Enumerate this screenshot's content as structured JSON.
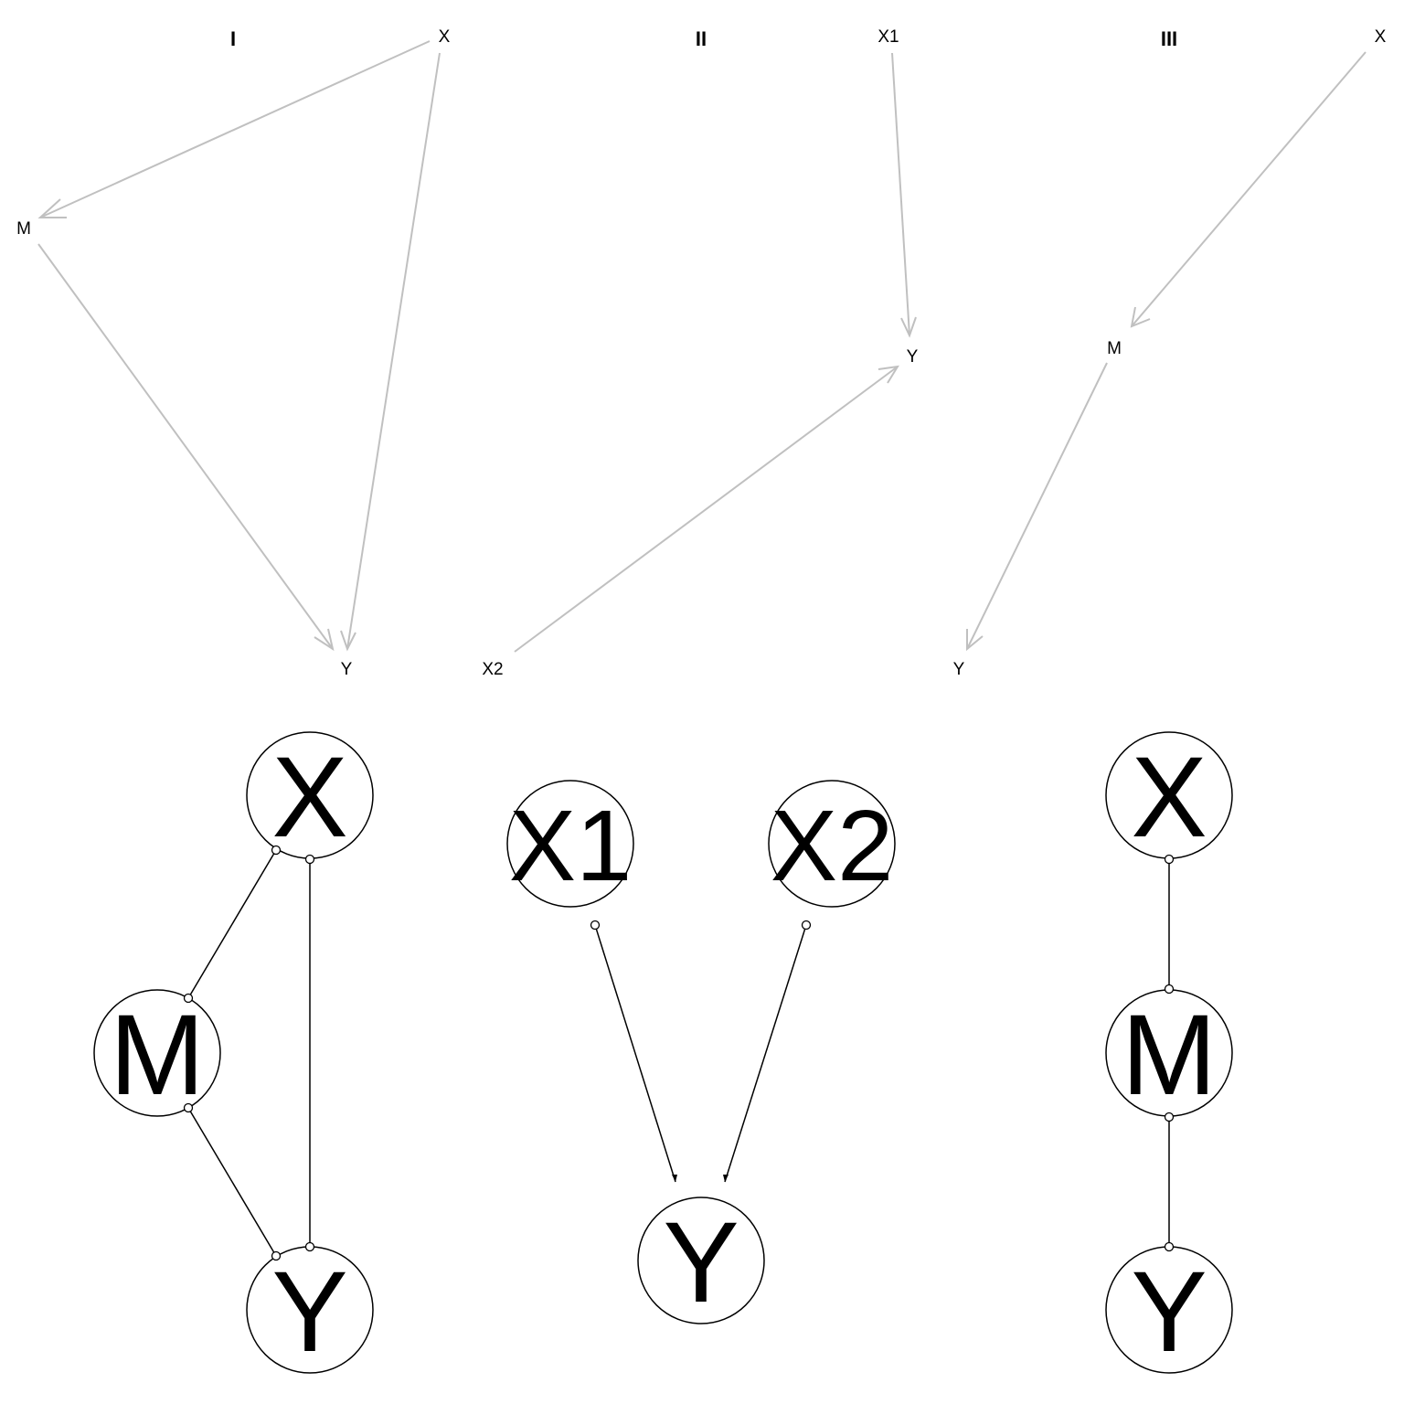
{
  "panels": [
    {
      "title": "I",
      "top_nodes": [
        "X",
        "M",
        "Y"
      ],
      "bottom_nodes": [
        "X",
        "M",
        "Y"
      ]
    },
    {
      "title": "II",
      "top_nodes": [
        "X1",
        "Y",
        "X2"
      ],
      "bottom_nodes": [
        "X1",
        "X2",
        "Y"
      ]
    },
    {
      "title": "III",
      "top_nodes": [
        "X",
        "M",
        "Y"
      ],
      "bottom_nodes": [
        "X",
        "M",
        "Y"
      ]
    }
  ],
  "top_edges": [
    {
      "panel": "I",
      "from": "X",
      "to": "M"
    },
    {
      "panel": "I",
      "from": "X",
      "to": "Y"
    },
    {
      "panel": "I",
      "from": "M",
      "to": "Y"
    },
    {
      "panel": "II",
      "from": "X1",
      "to": "Y"
    },
    {
      "panel": "II",
      "from": "X2",
      "to": "Y"
    },
    {
      "panel": "III",
      "from": "X",
      "to": "M"
    },
    {
      "panel": "III",
      "from": "M",
      "to": "Y"
    }
  ],
  "bottom_edges": [
    {
      "panel": "I",
      "from": "X",
      "to": "M",
      "style": "undirected"
    },
    {
      "panel": "I",
      "from": "M",
      "to": "Y",
      "style": "undirected"
    },
    {
      "panel": "I",
      "from": "X",
      "to": "Y",
      "style": "undirected"
    },
    {
      "panel": "II",
      "from": "X1",
      "to": "Y",
      "style": "directed"
    },
    {
      "panel": "II",
      "from": "X2",
      "to": "Y",
      "style": "directed"
    },
    {
      "panel": "III",
      "from": "X",
      "to": "M",
      "style": "undirected"
    },
    {
      "panel": "III",
      "from": "M",
      "to": "Y",
      "style": "undirected"
    }
  ],
  "colors": {
    "top_edge": "#c0c0c0",
    "bottom_edge": "#000000",
    "node_stroke": "#000000",
    "background": "#ffffff"
  }
}
